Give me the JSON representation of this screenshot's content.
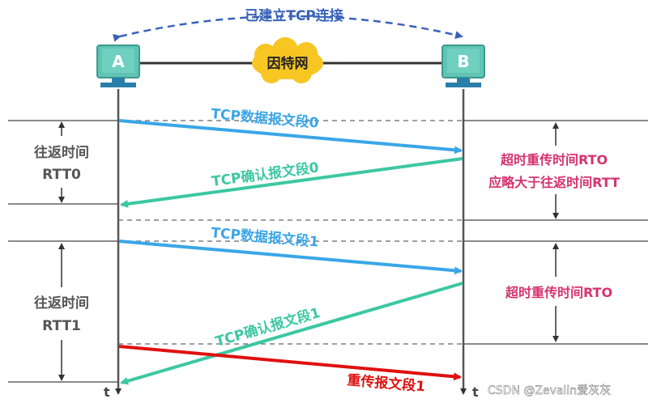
{
  "title": "已建立TCP连接",
  "network_label": "因特网",
  "hosts": {
    "a": "A",
    "b": "B"
  },
  "time_label": "t",
  "segments": {
    "data0": "TCP数据报文段0",
    "ack0": "TCP确认报文段0",
    "data1": "TCP数据报文段1",
    "ack1": "TCP确认报文段1",
    "retransmit1": "重传报文段1"
  },
  "rtt": {
    "rtt0_line1": "往返时间",
    "rtt0_line2": "RTT0",
    "rtt1_line1": "往返时间",
    "rtt1_line2": "RTT1"
  },
  "rto": {
    "rto0_line1": "超时重传时间RTO",
    "rto0_line2": "应略大于往返时间RTT",
    "rto1": "超时重传时间RTO"
  },
  "watermark": "CSDN @Zevalin爱灰灰",
  "colors": {
    "data": "#3aa6e8",
    "ack": "#3cc7a2",
    "retransmit": "#e01010",
    "rto_text": "#d6336c",
    "host": "#5fc4b3",
    "network_cloud": "#f7c623",
    "title": "#3a63b8"
  }
}
